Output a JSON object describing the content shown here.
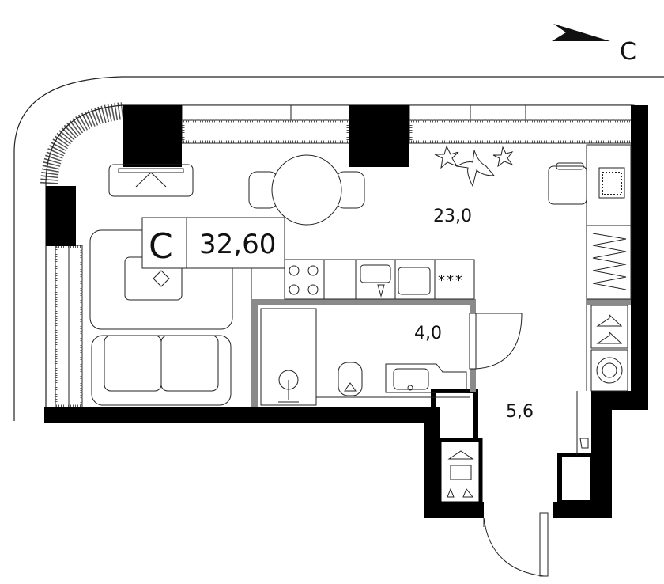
{
  "compass": {
    "label": "С",
    "icon": "north-arrow-icon"
  },
  "apartment": {
    "type": "С",
    "total_area": "32,60"
  },
  "rooms": [
    {
      "id": "living",
      "area": "23,0"
    },
    {
      "id": "bathroom",
      "area": "4,0"
    },
    {
      "id": "hallway",
      "area": "5,6"
    }
  ],
  "kitchen": {
    "oven_symbol": "***"
  },
  "colors": {
    "wall": "#000000",
    "partition": "#8a8a8a",
    "line": "#222222",
    "background": "#ffffff"
  },
  "icons": [
    "plant-icon",
    "office-chair-icon",
    "computer-icon",
    "wardrobe-icon",
    "hanger-icon",
    "washing-machine-icon",
    "shoe-icon",
    "stove-icon",
    "sink-icon",
    "toilet-icon",
    "bathtub-icon",
    "sofa-icon",
    "dining-table-icon",
    "tv-icon"
  ]
}
